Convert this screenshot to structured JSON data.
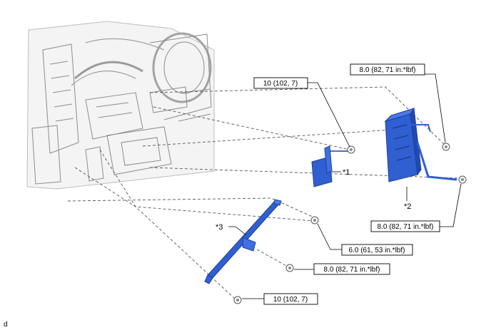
{
  "torque_labels": {
    "t_small_bolt": "10 (102, 7)",
    "t_ecu_top": "8.0 (82, 71 in.*lbf)",
    "t_ecu_bottom": "8.0 (82, 71 in.*lbf)",
    "t_brace_nut": "6.0 (61, 53 in.*lbf)",
    "t_brace_bolt_mid": "8.0 (82, 71 in.*lbf)",
    "t_brace_bolt_low": "10 (102, 7)"
  },
  "part_marks": {
    "m1": "*1",
    "m2": "*2",
    "m3": "*3"
  },
  "corner_code": "d",
  "colors": {
    "part_blue": "#2f5fd0",
    "part_blue_dark": "#1f3f9a",
    "line_gray": "#9a9a9a",
    "sketch_gray": "#8c8c8c"
  }
}
